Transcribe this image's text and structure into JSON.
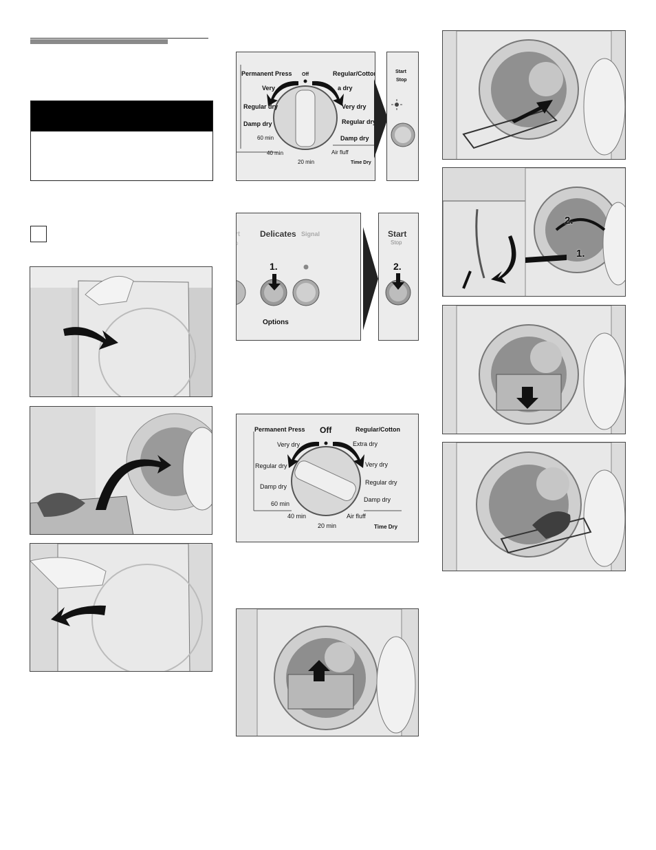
{
  "dial_small": {
    "permanent_press": "Permanent Press",
    "off": "Off",
    "regular_cotton": "Regular/Cotton",
    "very_dry_left": "Very",
    "extra_dry": "a dry",
    "regular_dry_left": "Regular dry",
    "very_dry_right": "Very dry",
    "damp_dry_left": "Damp dry",
    "regular_dry_right": "Regular dry",
    "min60": "60 min",
    "damp_dry_right": "Damp dry",
    "min40": "40 min",
    "air_fluff": "Air fluff",
    "min20": "20 min",
    "time_dry": "Time Dry"
  },
  "start_panel": {
    "start": "Start",
    "stop": "Stop"
  },
  "options_panel": {
    "cut_left": "rt",
    "cut_left2": "p",
    "delicates": "Delicates",
    "signal": "Signal",
    "step1": "1.",
    "options": "Options"
  },
  "start_panel2": {
    "start": "Start",
    "stop": "Stop",
    "step2": "2."
  },
  "dial_large": {
    "permanent_press": "Permanent Press",
    "off": "Off",
    "regular_cotton": "Regular/Cotton",
    "very_dry_left": "Very dry",
    "extra_dry": "Extra dry",
    "regular_dry_left": "Regular dry",
    "very_dry_right": "Very dry",
    "damp_dry_left": "Damp dry",
    "regular_dry_right": "Regular dry",
    "min60": "60 min",
    "damp_dry_right": "Damp dry",
    "min40": "40 min",
    "air_fluff": "Air fluff",
    "min20": "20 min",
    "time_dry": "Time Dry"
  },
  "rack_install": {
    "step2": "2.",
    "step1": "1."
  },
  "colors": {
    "panel": "#ececec",
    "frame_bg": "#e2e2e2",
    "arrow": "#111111",
    "dark": "#3a3a3a"
  }
}
